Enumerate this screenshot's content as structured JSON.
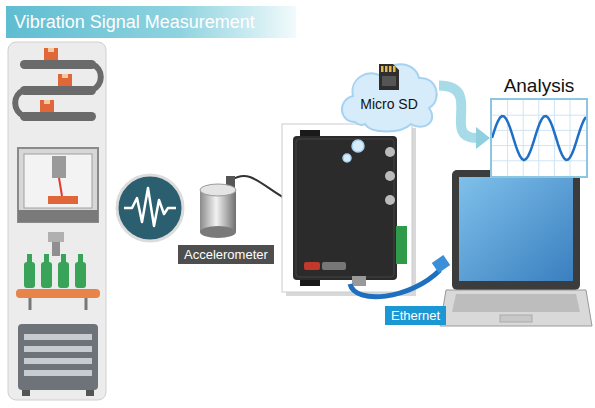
{
  "diagram": {
    "title": "Vibration Signal Measurement",
    "nodes": [
      {
        "text": [
          "Micro SD"
        ]
      },
      {
        "text": [
          "Analysis"
        ]
      },
      {
        "text": [
          "Accelerometer"
        ]
      },
      {
        "text": [
          "Ethernet"
        ]
      }
    ],
    "edges": [
      {
        "from": 0,
        "to": 1,
        "arrow": "to"
      }
    ]
  }
}
